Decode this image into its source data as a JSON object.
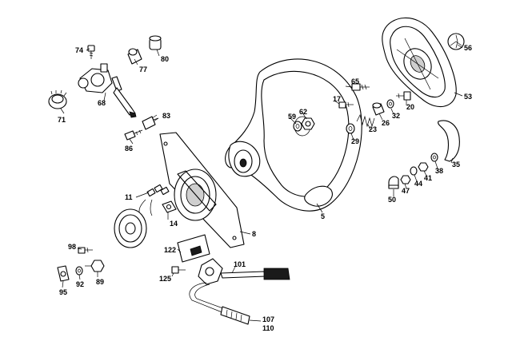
{
  "callouts": [
    {
      "id": "c74",
      "text": "74"
    },
    {
      "id": "c80",
      "text": "80"
    },
    {
      "id": "c77",
      "text": "77"
    },
    {
      "id": "c68",
      "text": "68"
    },
    {
      "id": "c71",
      "text": "71"
    },
    {
      "id": "c83",
      "text": "83"
    },
    {
      "id": "c86",
      "text": "86"
    },
    {
      "id": "c11",
      "text": "11"
    },
    {
      "id": "c14",
      "text": "14"
    },
    {
      "id": "c8",
      "text": "8"
    },
    {
      "id": "c5",
      "text": "5"
    },
    {
      "id": "c62",
      "text": "62"
    },
    {
      "id": "c59",
      "text": "59"
    },
    {
      "id": "c65",
      "text": "65"
    },
    {
      "id": "c17",
      "text": "17"
    },
    {
      "id": "c20",
      "text": "20"
    },
    {
      "id": "c32",
      "text": "32"
    },
    {
      "id": "c26",
      "text": "26"
    },
    {
      "id": "c23",
      "text": "23"
    },
    {
      "id": "c29",
      "text": "29"
    },
    {
      "id": "c56",
      "text": "56"
    },
    {
      "id": "c53",
      "text": "53"
    },
    {
      "id": "c35",
      "text": "35"
    },
    {
      "id": "c38",
      "text": "38"
    },
    {
      "id": "c41",
      "text": "41"
    },
    {
      "id": "c44",
      "text": "44"
    },
    {
      "id": "c47",
      "text": "47"
    },
    {
      "id": "c50",
      "text": "50"
    },
    {
      "id": "c98",
      "text": "98"
    },
    {
      "id": "c89",
      "text": "89"
    },
    {
      "id": "c92",
      "text": "92"
    },
    {
      "id": "c95",
      "text": "95"
    },
    {
      "id": "c122",
      "text": "122"
    },
    {
      "id": "c125",
      "text": "125"
    },
    {
      "id": "c101",
      "text": "101"
    },
    {
      "id": "c107",
      "text": "107"
    },
    {
      "id": "c110",
      "text": "110"
    }
  ]
}
